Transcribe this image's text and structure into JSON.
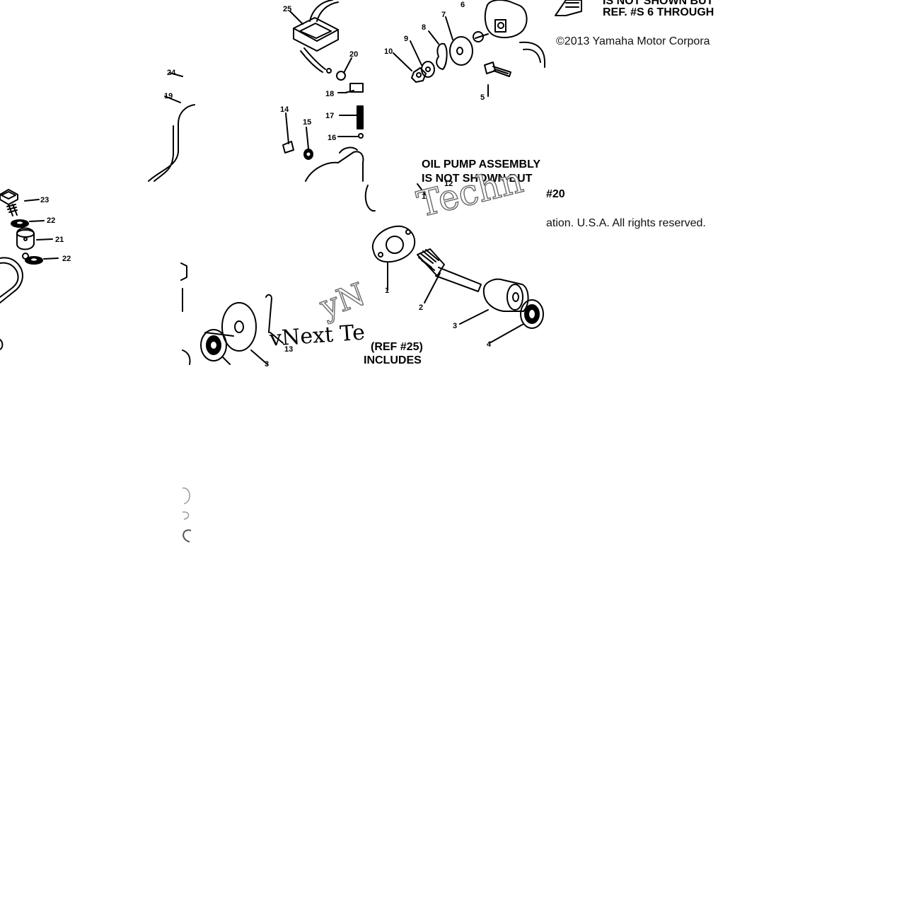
{
  "notes": {
    "top_right_line1": "IS NOT SHOWN BUT",
    "top_right_line2": "REF. #S 6 THROUGH",
    "top_right_copyright": "©2013 Yamaha Motor Corpora",
    "oil_pump_line1": "OIL PUMP ASSEMBLY",
    "oil_pump_line2": "IS NOT SHOWN BUT",
    "ref20": "#20",
    "rights": "ation. U.S.A. All rights reserved.",
    "ref25_line1": "(REF #25)",
    "ref25_line2": "INCLUDES"
  },
  "watermark": {
    "word1": "Techn",
    "word2": "vNext Te",
    "word3": "yN"
  },
  "callouts": {
    "n1": "1",
    "n2": "2",
    "n3": "3",
    "n4": "4",
    "n5": "5",
    "n6": "6",
    "n7": "7",
    "n8": "8",
    "n9": "9",
    "n10": "10",
    "n11": "11",
    "n12": "12",
    "n13": "13",
    "n14": "14",
    "n15": "15",
    "n16": "16",
    "n17": "17",
    "n18": "18",
    "n19": "19",
    "n20": "20",
    "n21": "21",
    "n22a": "22",
    "n22b": "22",
    "n23": "23",
    "n24": "24",
    "n25": "25",
    "n3b": "3"
  }
}
